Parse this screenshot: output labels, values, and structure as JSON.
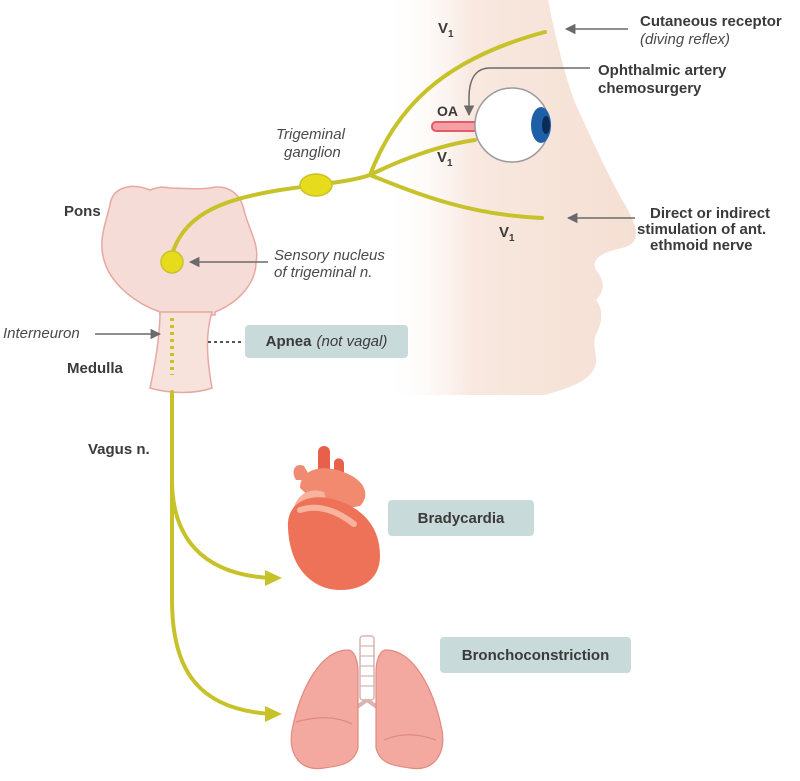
{
  "labels": {
    "cutaneous_receptor": "Cutaneous receptor",
    "diving_reflex": "(diving reflex)",
    "ophthalmic_artery": "Ophthalmic artery",
    "chemosurgery": "chemosurgery",
    "oa": "OA",
    "trigeminal": "Trigeminal",
    "ganglion": "ganglion",
    "pons": "Pons",
    "v_letter": "V",
    "v_sub": "1",
    "direct_or_indirect": "Direct or indirect",
    "stimulation": "stimulation of ant.",
    "ethmoid": "ethmoid nerve",
    "sensory_nucleus": "Sensory nucleus",
    "of_trigeminal": "of trigeminal n.",
    "interneuron": "Interneuron",
    "medulla": "Medulla",
    "vagus": "Vagus n."
  },
  "outcomes": {
    "apnea": "Apnea",
    "apnea_note": "(not vagal)",
    "bradycardia": "Bradycardia",
    "bronchoconstriction": "Bronchoconstriction"
  },
  "colors": {
    "nerve": "#c8c22a",
    "ganglion": "#e6dc1c",
    "skin": "#f7e6dc",
    "brainstem": "#f6dcd6",
    "heart": "#ee7257",
    "lungs": "#f3a9a0",
    "eye_iris": "#1f5fa8",
    "pill": "#c9dadb",
    "arrow": "#666666"
  }
}
